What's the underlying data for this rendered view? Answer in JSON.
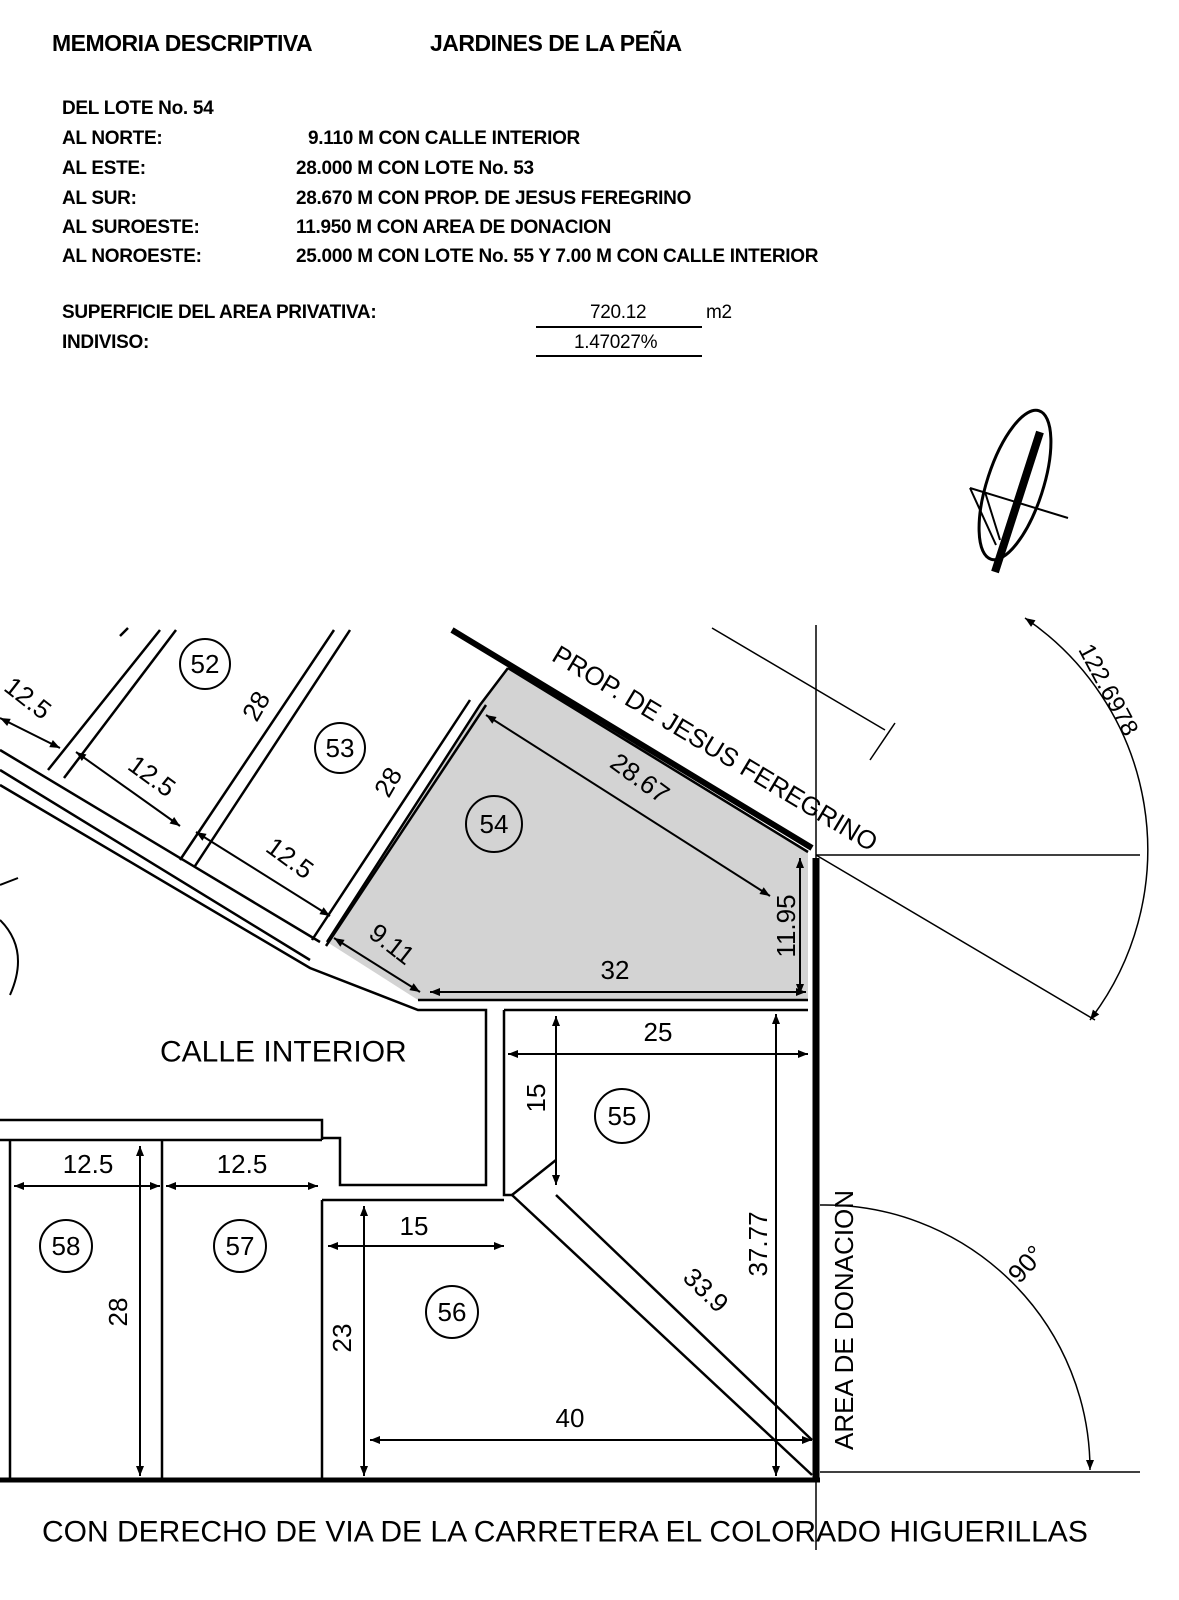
{
  "header": {
    "title": "MEMORIA DESCRIPTIVA",
    "subtitle": "JARDINES DE LA PEÑA"
  },
  "description": {
    "lot": "DEL LOTE No. 54",
    "boundaries": [
      {
        "label": "AL NORTE:",
        "value": "9.110 M CON CALLE INTERIOR"
      },
      {
        "label": "AL ESTE:",
        "value": "28.000 M CON LOTE No. 53"
      },
      {
        "label": "AL SUR:",
        "value": "28.670 M CON PROP. DE JESUS FEREGRINO"
      },
      {
        "label": "AL SUROESTE:",
        "value": "11.950 M CON AREA DE DONACION"
      },
      {
        "label": "AL NOROESTE:",
        "value": "25.000 M CON LOTE No. 55 Y 7.00 M CON CALLE INTERIOR"
      }
    ],
    "area_label": "SUPERFICIE DEL AREA PRIVATIVA:",
    "area_value": "720.12",
    "area_unit": "m2",
    "indiviso_label": "INDIVISO:",
    "indiviso_value": "1.47027%"
  },
  "plan": {
    "lots": {
      "l52": "52",
      "l53": "53",
      "l54": "54",
      "l55": "55",
      "l56": "56",
      "l57": "57",
      "l58": "58"
    },
    "dims": {
      "d_125_a": "12.5",
      "d_125_b": "12.5",
      "d_125_c": "12.5",
      "d_28_a": "28",
      "d_28_b": "28",
      "d_2867": "28.67",
      "d_911": "9.11",
      "d_32": "32",
      "d_1195": "11.95",
      "d_25": "25",
      "d_15_a": "15",
      "d_15_b": "15",
      "d_125_d": "12.5",
      "d_125_e": "12.5",
      "d_28_c": "28",
      "d_23": "23",
      "d_3777": "37.77",
      "d_339": "33.9",
      "d_40": "40",
      "angle_1": "122.6978",
      "angle_2": "90°"
    },
    "labels": {
      "owner": "PROP. DE JESUS FEREGRINO",
      "street": "CALLE INTERIOR",
      "donation": "AREA  DE DONACION",
      "road": "CON DERECHO DE VIA DE LA CARRETERA  EL COLORADO  HIGUERILLAS"
    },
    "colors": {
      "highlight": "#d3d3d3",
      "ink": "#000000"
    }
  }
}
